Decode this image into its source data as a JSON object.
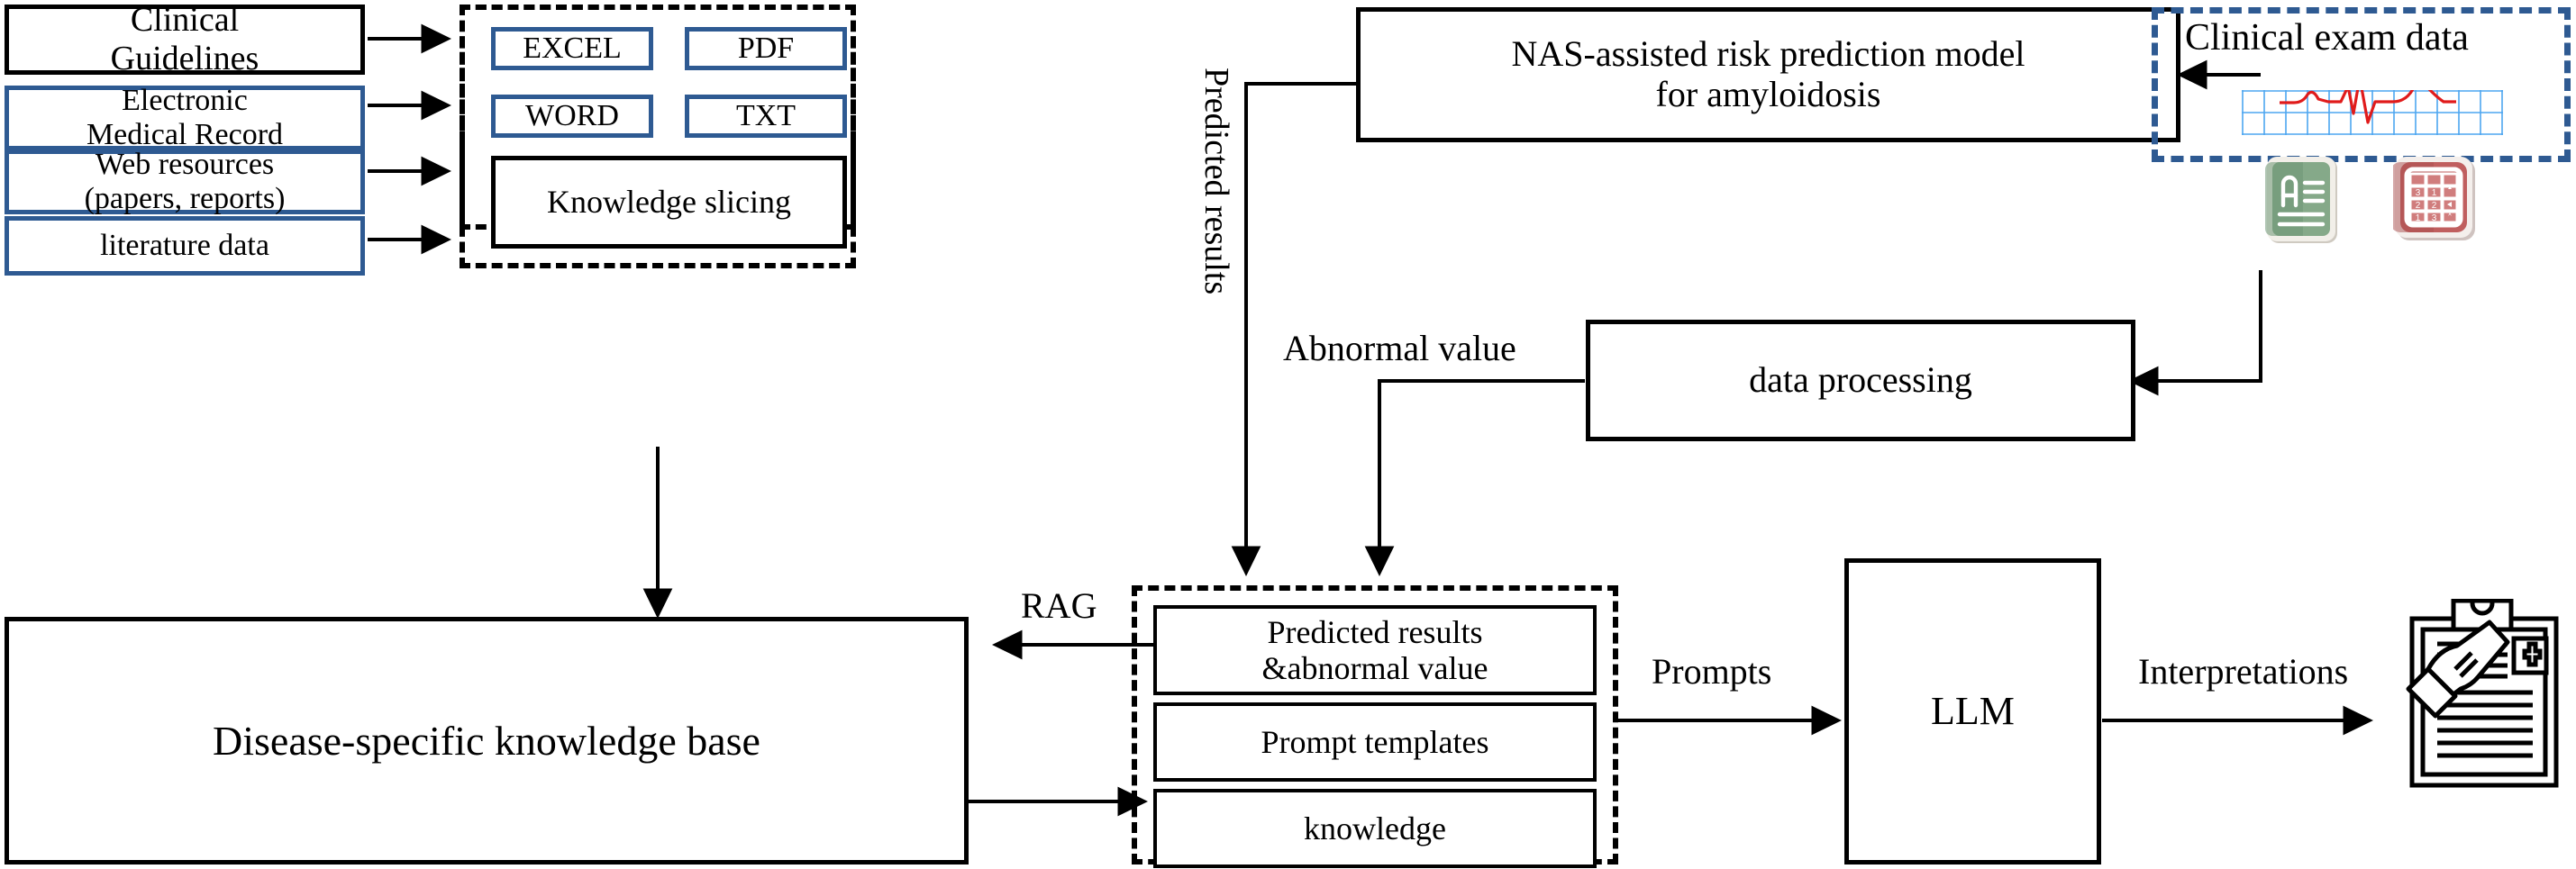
{
  "diagram": {
    "title": "RAG-based LLM clinical interpretation pipeline for amyloidosis",
    "colors": {
      "blue_border": "#2e5a92",
      "black": "#000000",
      "ecg_grid": "#4da6f0",
      "ecg_trace": "#e01b1b",
      "icon_green": "#7ea882",
      "icon_red": "#c65c5c",
      "background": "#ffffff"
    },
    "sources": {
      "items": [
        {
          "label_line1": "Clinical",
          "label_line2": "Guidelines",
          "border": "black"
        },
        {
          "label_line1": "Electronic",
          "label_line2": "Medical Record",
          "border": "blue"
        },
        {
          "label_line1": "Web resources",
          "label_line2": "(papers, reports)",
          "border": "blue"
        },
        {
          "label_line1": "literature data",
          "label_line2": "",
          "border": "blue"
        }
      ]
    },
    "ingestion_group": {
      "formats": [
        "EXCEL",
        "PDF",
        "WORD",
        "TXT"
      ],
      "slicing_label": "Knowledge slicing"
    },
    "knowledge_base": {
      "label": "Disease-specific knowledge base"
    },
    "model": {
      "title_line1": "NAS-assisted risk prediction model",
      "title_line2": "for amyloidosis"
    },
    "clinical_exam": {
      "title": "Clinical exam data",
      "ecg_icon": "ecg-waveform-icon",
      "text_doc_icon": "text-document-icon",
      "keypad_icon": "numeric-keypad-icon"
    },
    "data_processing": {
      "label": "data processing"
    },
    "prompt_group": {
      "rows": [
        "Predicted results\n&abnormal value",
        "Prompt templates",
        "knowledge"
      ],
      "row1_line1": "Predicted results",
      "row1_line2": "&abnormal value",
      "row2": "Prompt templates",
      "row3": "knowledge"
    },
    "llm": {
      "label": "LLM"
    },
    "edge_labels": {
      "predicted_results": "Predicted results",
      "abnormal_value": "Abnormal value",
      "rag": "RAG",
      "prompts": "Prompts",
      "interpretations": "Interpretations"
    },
    "output": {
      "clipboard_icon": "medical-clipboard-report-icon"
    }
  }
}
